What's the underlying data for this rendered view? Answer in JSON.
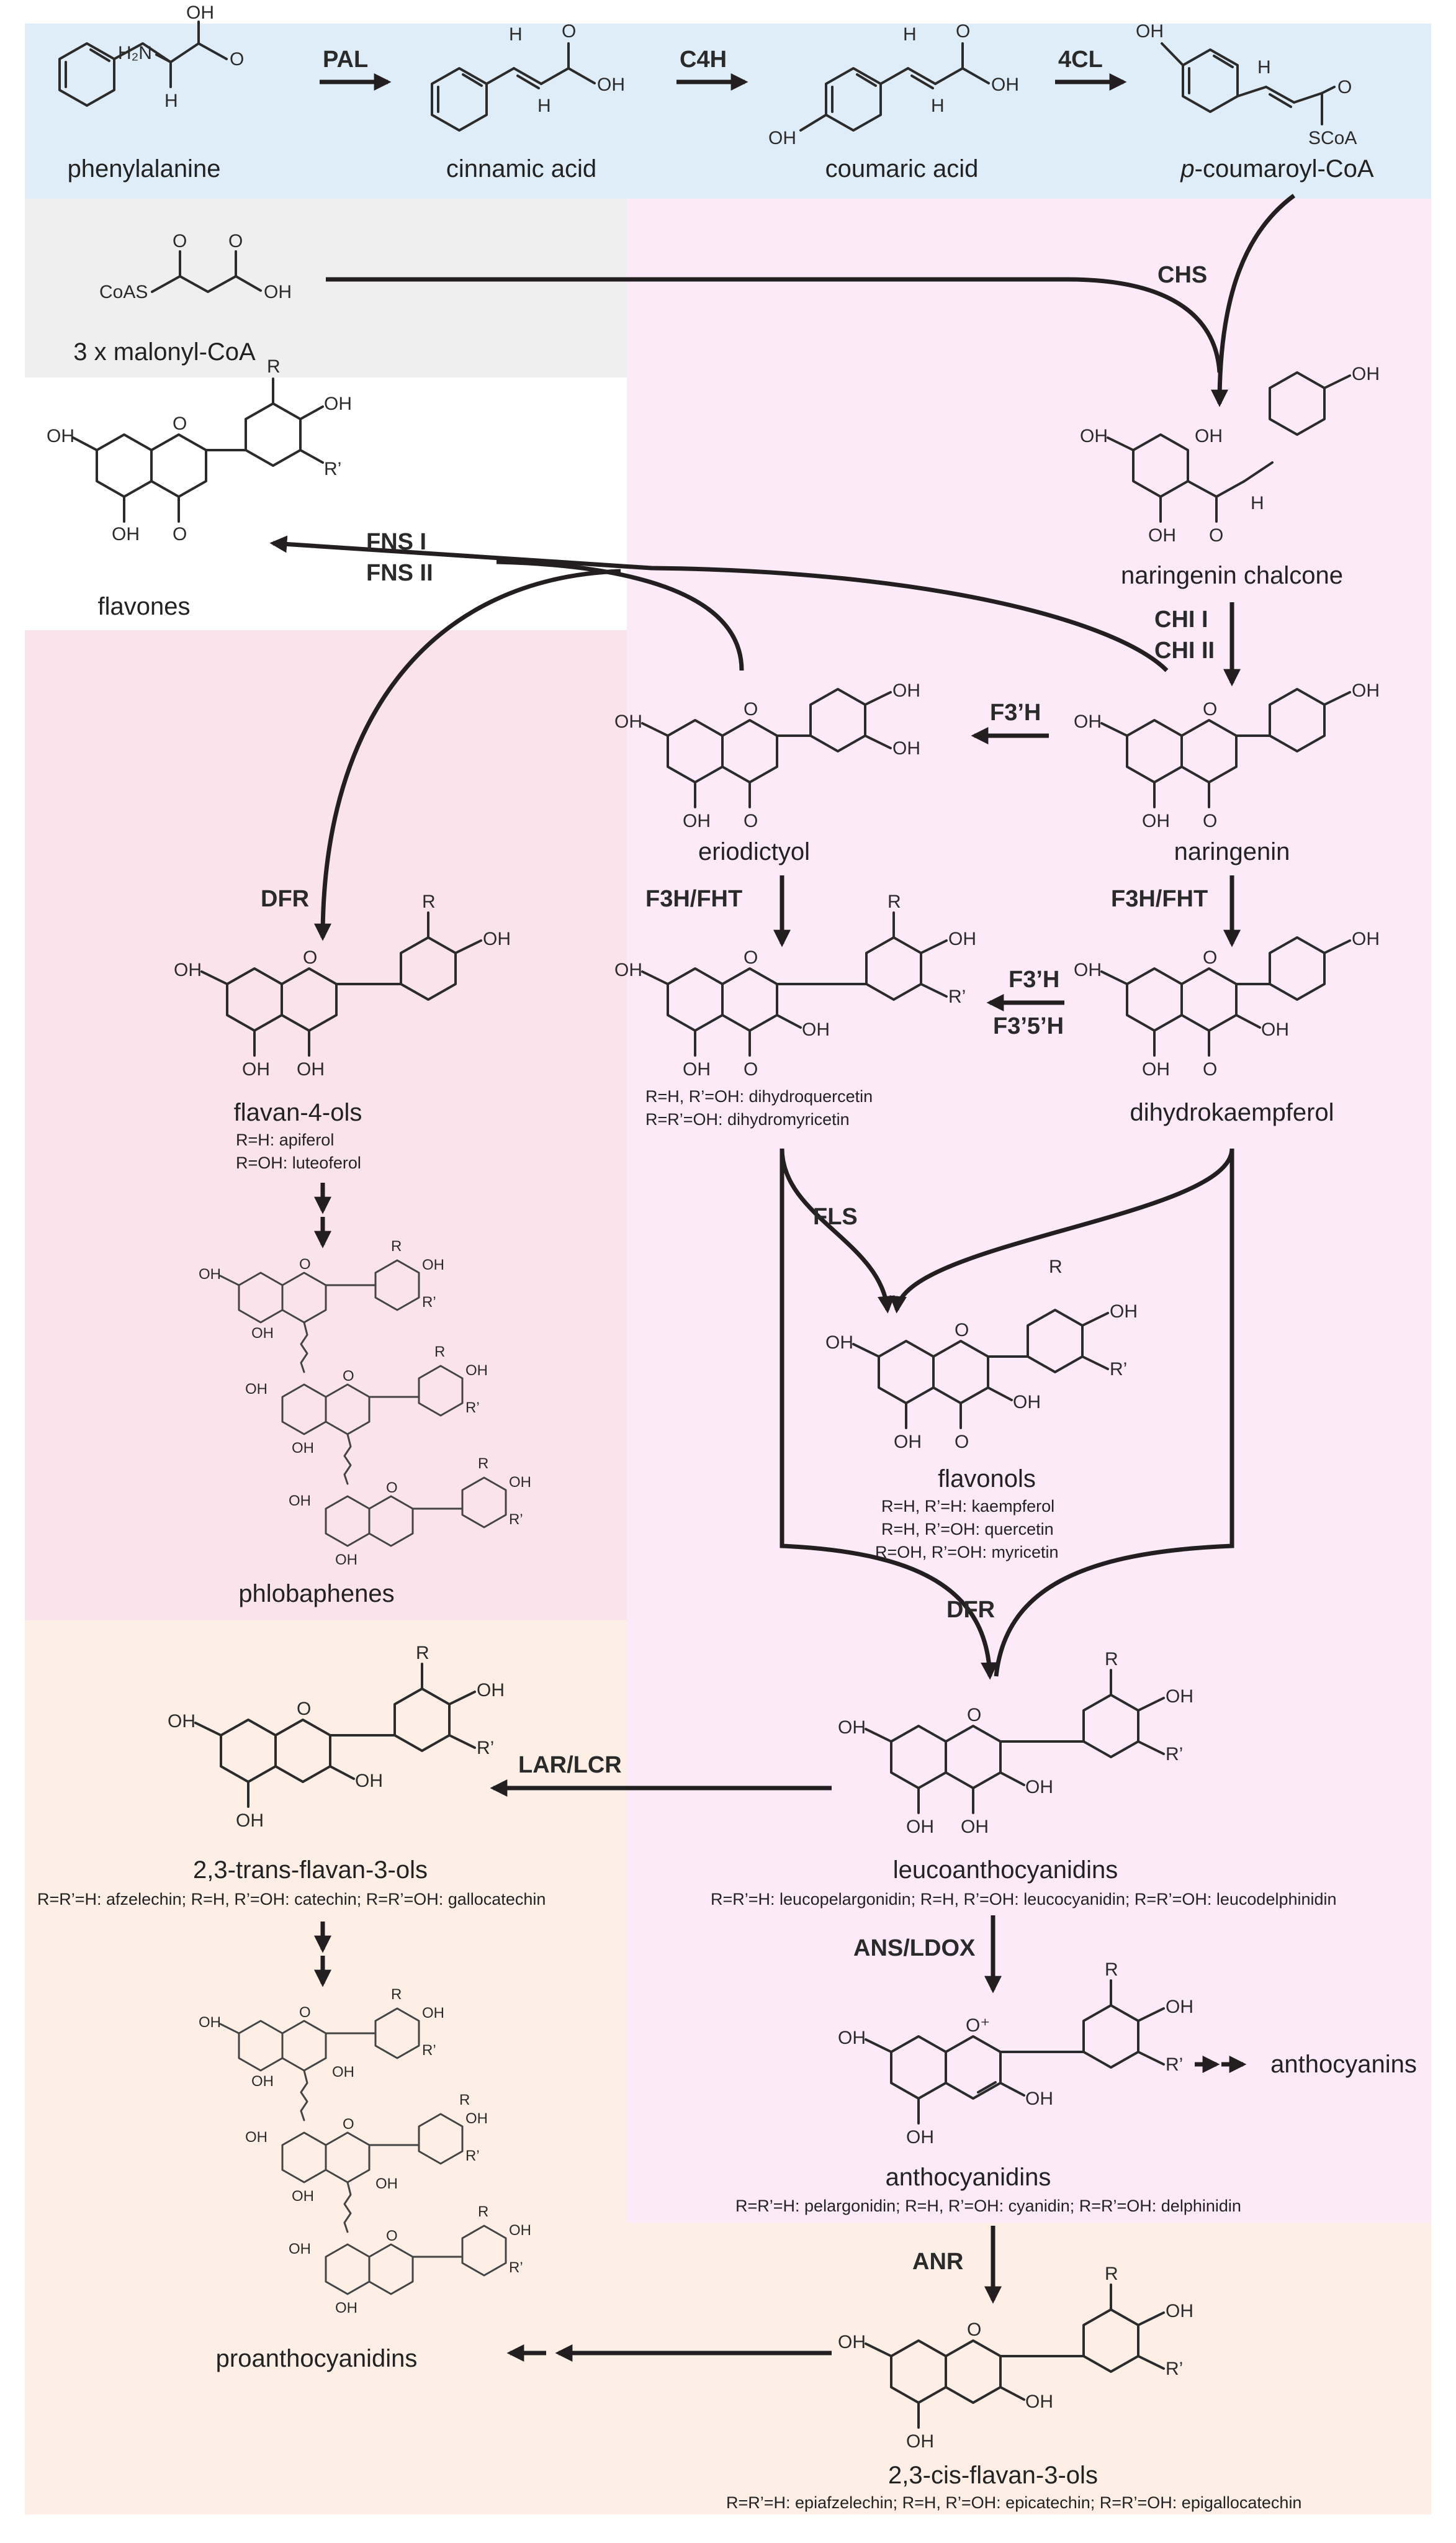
{
  "colors": {
    "phenylpropanoid_band": "#deedf7",
    "malonyl_band": "#efefef",
    "flavonoid_core": "#fdeaf8",
    "phlobaphene_band": "#fbe3ec",
    "proanthocyanidin_band": "#fdefe6",
    "arrow": "#231f20"
  },
  "compounds": {
    "phenylalanine": "phenylalanine",
    "cinnamic_acid": "cinnamic acid",
    "coumaric_acid": "coumaric acid",
    "coumaroyl_coa_italic": "p",
    "coumaroyl_coa_rest": "-coumaroyl-CoA",
    "malonyl_coa": "3 x malonyl-CoA",
    "flavones": "flavones",
    "naringenin_chalcone": "naringenin chalcone",
    "naringenin": "naringenin",
    "eriodictyol": "eriodictyol",
    "dihydrokaempferol": "dihydrokaempferol",
    "flavan_4_ols": "flavan-4-ols",
    "flavonols": "flavonols",
    "phlobaphenes": "phlobaphenes",
    "leucoanthocyanidins": "leucoanthocyanidins",
    "trans_flavan_3_ols": "2,3-trans-flavan-3-ols",
    "anthocyanidins": "anthocyanidins",
    "anthocyanins": "anthocyanins",
    "proanthocyanidins": "proanthocyanidins",
    "cis_flavan_3_ols": "2,3-cis-flavan-3-ols"
  },
  "enzymes": {
    "pal": "PAL",
    "c4h": "C4H",
    "fourcl": "4CL",
    "chs": "CHS",
    "fns_1": "FNS I",
    "fns_2": "FNS II",
    "chi_1": "CHI I",
    "chi_2": "CHI II",
    "f3h_upper": "F3’H",
    "dfr_left": "DFR",
    "f3h_fht_left": "F3H/FHT",
    "f3h_fht_right": "F3H/FHT",
    "f3h_lower": "F3’H",
    "f35h": "F3’5’H",
    "fls": "FLS",
    "dfr_center": "DFR",
    "lar_lcr": "LAR/LCR",
    "ans_ldox": "ANS/LDOX",
    "anr": "ANR"
  },
  "notes": {
    "flavan4ol_1": "R=H: apiferol",
    "flavan4ol_2": "R=OH: luteoferol",
    "dihydro_1": "R=H, R’=OH: dihydroquercetin",
    "dihydro_2": "R=R’=OH: dihydromyricetin",
    "flavonol_1": "R=H, R’=H: kaempferol",
    "flavonol_2": "R=H, R’=OH: quercetin",
    "flavonol_3": "R=OH, R’=OH: myricetin",
    "trans_flavan": "R=R’=H: afzelechin; R=H, R’=OH: catechin; R=R’=OH: gallocatechin",
    "leuco": "R=R’=H: leucopelargonidin; R=H, R’=OH: leucocyanidin; R=R’=OH: leucodelphinidin",
    "antho": "R=R’=H: pelargonidin; R=H, R’=OH: cyanidin; R=R’=OH: delphinidin",
    "cis_flavan": "R=R’=H: epiafzelechin; R=H, R’=OH: epicatechin; R=R’=OH: epigallocatechin"
  },
  "atoms": {
    "oh": "OH",
    "o": "O",
    "h": "H",
    "h2n": "H₂N",
    "r": "R",
    "r_prime": "R’",
    "scoa": "SCoA",
    "coas": "CoAS",
    "o_plus": "O⁺"
  }
}
